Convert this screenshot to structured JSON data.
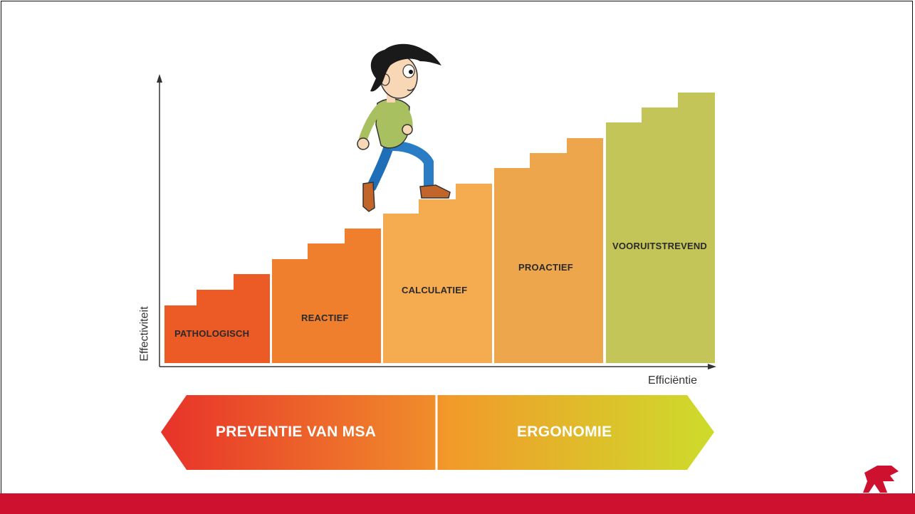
{
  "axes": {
    "y_label": "Effectiviteit",
    "x_label": "Efficiëntie"
  },
  "stages": [
    {
      "label": "PATHOLOGISCH",
      "color": "#ec5a25"
    },
    {
      "label": "REACTIEF",
      "color": "#f07f2d"
    },
    {
      "label": "CALCULATIEF",
      "color": "#f5ab50"
    },
    {
      "label": "PROACTIEF",
      "color": "#eea64c"
    },
    {
      "label": "VOORUITSTREVEND",
      "color": "#c4c558"
    }
  ],
  "banner": {
    "left_label": "PREVENTIE VAN MSA",
    "right_label": "ERGONOMIE",
    "gradient_colors": [
      "#e8322a",
      "#f08a2b",
      "#f2a12a",
      "#cddc2b"
    ]
  },
  "footer": {
    "bar_color": "#cf1130"
  }
}
